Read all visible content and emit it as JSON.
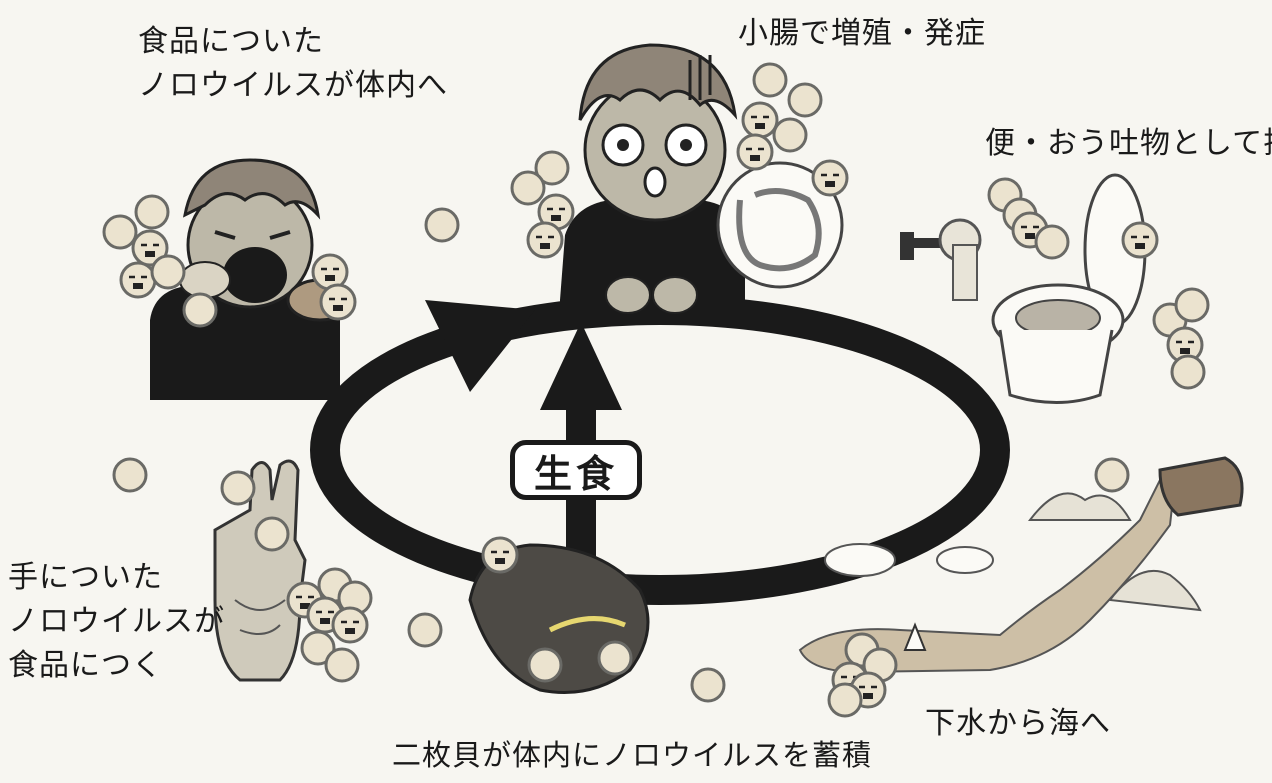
{
  "labels": {
    "food_line1": "食品についた",
    "food_line2": "ノロウイルスが体内へ",
    "intestine": "小腸で増殖・発症",
    "excrete": "便・おう吐物として排出",
    "hand_line1": "手についた",
    "hand_line2": "ノロウイルスが",
    "hand_line3": "食品につく",
    "sea": "下水から海へ",
    "bivalve": "二枚貝が体内にノロウイルスを蓄積",
    "raw": "生食"
  },
  "colors": {
    "virus_fill": "#ebe3cf",
    "virus_stroke": "#6a6a66",
    "skin": "#bdb8a8",
    "hair": "#8f8578",
    "shirt": "#1a1a1a",
    "arrow": "#1a1a1a",
    "water": "#cdbfa6",
    "pipe": "#8a7660"
  }
}
